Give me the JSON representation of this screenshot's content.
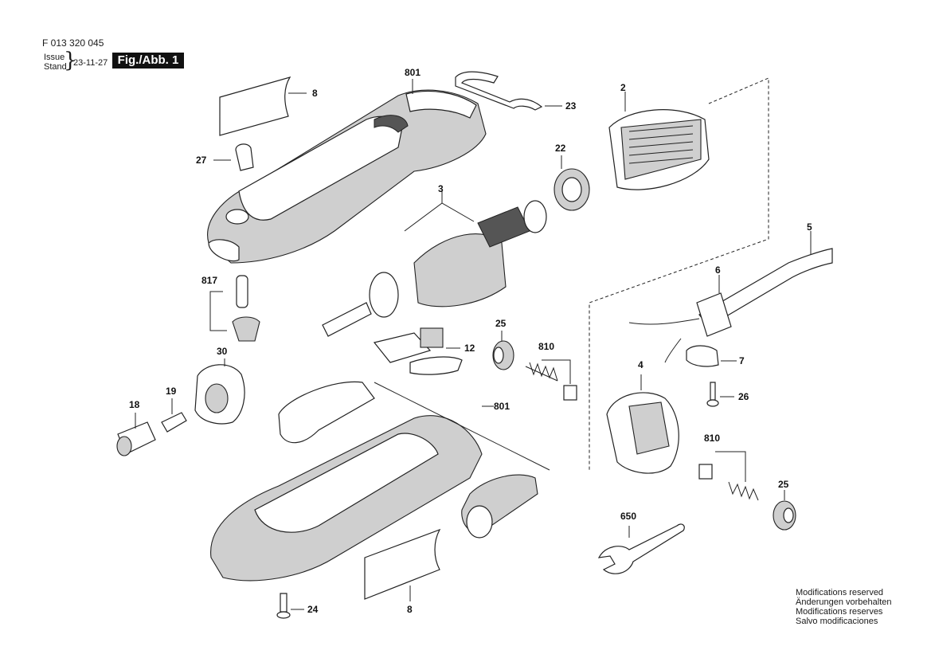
{
  "header": {
    "doc_number": "F 013 320 045",
    "issue_label": "Issue",
    "stand_label": "Stand",
    "brace": "}",
    "date": "23-11-27",
    "figure_badge": "Fig./Abb. 1"
  },
  "notes": [
    "Modifications reserved",
    "Änderungen vorbehalten",
    "Modifications reserves",
    "Salvo modificaciones"
  ],
  "callouts": {
    "c801_top": "801",
    "c8_top": "8",
    "c23": "23",
    "c2": "2",
    "c27": "27",
    "c22": "22",
    "c3": "3",
    "c5": "5",
    "c6": "6",
    "c817": "817",
    "c25_mid": "25",
    "c810_mid": "810",
    "c12": "12",
    "c7": "7",
    "c30": "30",
    "c4": "4",
    "c26": "26",
    "c18": "18",
    "c19": "19",
    "c801_bottom": "801",
    "c810_bottom": "810",
    "c25_bottom": "25",
    "c650": "650",
    "c24": "24",
    "c8_bottom": "8"
  }
}
